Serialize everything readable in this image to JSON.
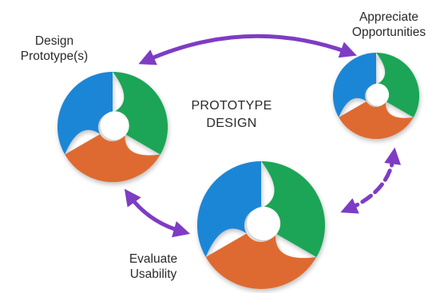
{
  "colors": {
    "blue": "#1f86d6",
    "green": "#1aa557",
    "orange": "#de6b32",
    "arrow": "#7e3cc4"
  },
  "nodes": {
    "design_prototypes": {
      "line1": "Design",
      "line2": "Prototype(s)"
    },
    "appreciate_opportunities": {
      "line1": "Appreciate",
      "line2": "Opportunities"
    },
    "evaluate_usability": {
      "line1": "Evaluate",
      "line2": "Usability"
    }
  },
  "center": {
    "line1": "PROTOTYPE",
    "line2": "DESIGN"
  },
  "arrows": [
    {
      "name": "design-to-appreciate-arrow",
      "style": "solid",
      "heads": "both"
    },
    {
      "name": "design-to-evaluate-arrow",
      "style": "solid",
      "heads": "both"
    },
    {
      "name": "evaluate-to-appreciate-arrow",
      "style": "dashed",
      "heads": "both"
    }
  ]
}
